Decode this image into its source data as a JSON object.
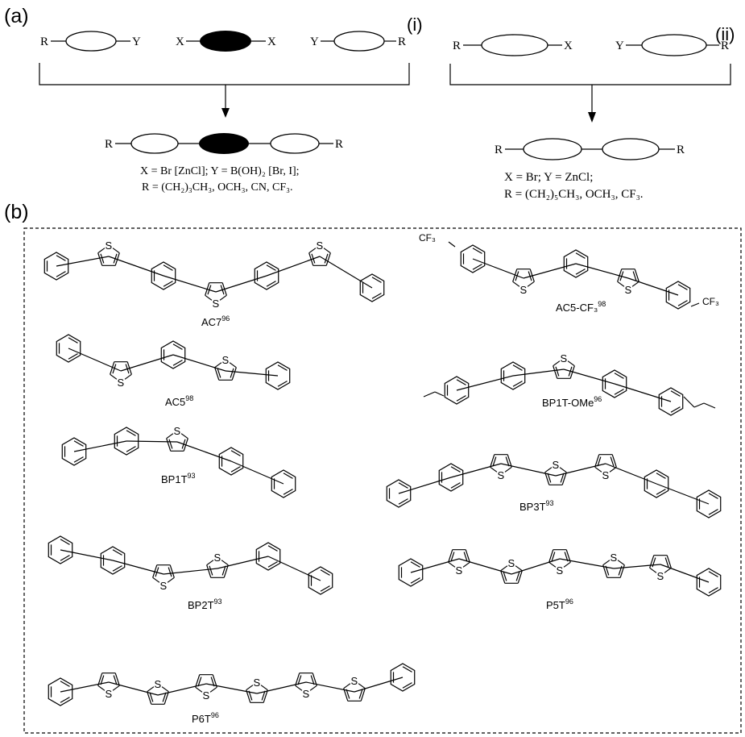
{
  "panel_a": {
    "label": "(a)",
    "scheme_i": {
      "label": "(i)",
      "r": "R",
      "x": "X",
      "y": "Y",
      "conditions": [
        "X =  Br [ZnCl];  Y = B(OH)₂ [Br, I];",
        "R = (CH₂)₃CH₃, OCH₃, CN, CF₃."
      ]
    },
    "scheme_ii": {
      "label": "(ii)",
      "r": "R",
      "x": "X",
      "y": "Y",
      "conditions": [
        "X = Br;  Y = ZnCl;",
        "R = (CH₂)₅CH₃, OCH₃, CF₃."
      ]
    }
  },
  "panel_b": {
    "label": "(b)",
    "atom_s": "S",
    "compounds": [
      {
        "name": "AC7",
        "ref": "96"
      },
      {
        "name": "AC5-CF₃",
        "ref": "98",
        "substituent": "CF₃"
      },
      {
        "name": "AC5",
        "ref": "98"
      },
      {
        "name": "BP1T-OMe",
        "ref": "96"
      },
      {
        "name": "BP1T",
        "ref": "93"
      },
      {
        "name": "BP3T",
        "ref": "93"
      },
      {
        "name": "BP2T",
        "ref": "93"
      },
      {
        "name": "P5T",
        "ref": "96"
      },
      {
        "name": "P6T",
        "ref": "96"
      }
    ]
  }
}
